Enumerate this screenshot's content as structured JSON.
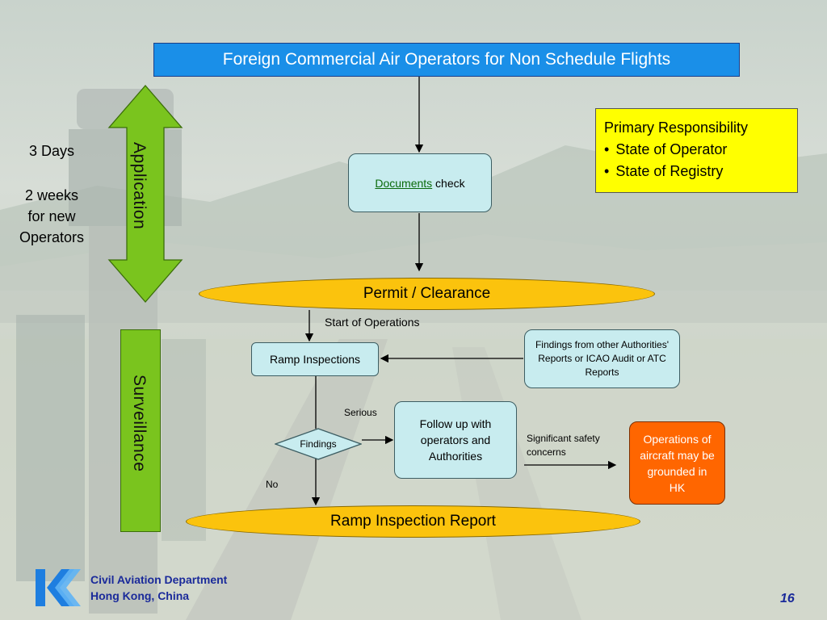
{
  "title": "Foreign Commercial Air Operators for Non Schedule Flights",
  "documents_check": {
    "link": "Documents",
    "suffix": " check"
  },
  "responsibility": {
    "heading": "Primary Responsibility",
    "items": [
      "State of Operator",
      "State of Registry"
    ]
  },
  "timeline": {
    "days": "3 Days",
    "weeks_1": "2 weeks",
    "weeks_2": "for new",
    "weeks_3": "Operators"
  },
  "arrows": {
    "application": "Application",
    "surveillance": "Surveillance"
  },
  "permit": "Permit / Clearance",
  "start_ops": "Start of Operations",
  "ramp_inspections": "Ramp Inspections",
  "other_findings": "Findings from other Authorities' Reports or ICAO Audit or ATC Reports",
  "findings": "Findings",
  "serious": "Serious",
  "no": "No",
  "follow_up": "Follow up with operators and Authorities",
  "safety_concerns": {
    "line1": "Significant safety",
    "line2": "concerns"
  },
  "grounded": "Operations of aircraft may be grounded in HK",
  "report": "Ramp Inspection Report",
  "footer": {
    "line1": "Civil Aviation Department",
    "line2": "Hong Kong, China"
  },
  "page_number": "16",
  "colors": {
    "title_bg": "#1a8fe8",
    "pill": "#fbc30d",
    "process_box": "#c8ecef",
    "responsibility_bg": "#ffff00",
    "grounded_bg": "#ff6600",
    "arrow_green": "#7ac41e"
  }
}
